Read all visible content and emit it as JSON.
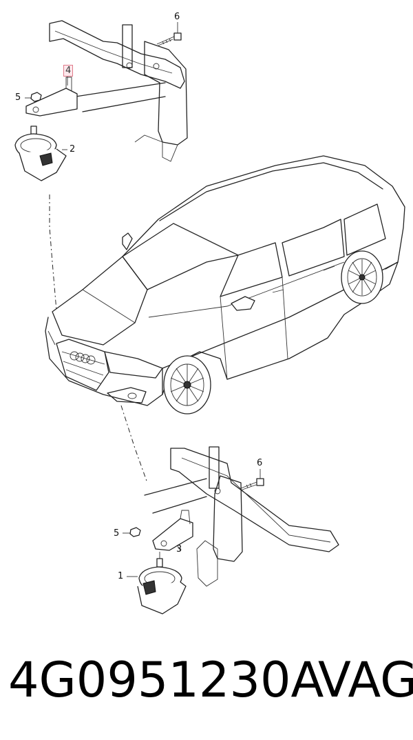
{
  "callouts": {
    "c6_top": "6",
    "c4": "4",
    "c5_top": "5",
    "c2": "2",
    "c6_bottom": "6",
    "c5_bottom": "5",
    "c3": "3",
    "c1": "1"
  },
  "caption": {
    "part_number": "4G0951230A",
    "brand": "VAG"
  },
  "colors": {
    "line": "#222222",
    "highlight_border": "#e07a8a",
    "highlight_fill": "#fde8ec"
  }
}
